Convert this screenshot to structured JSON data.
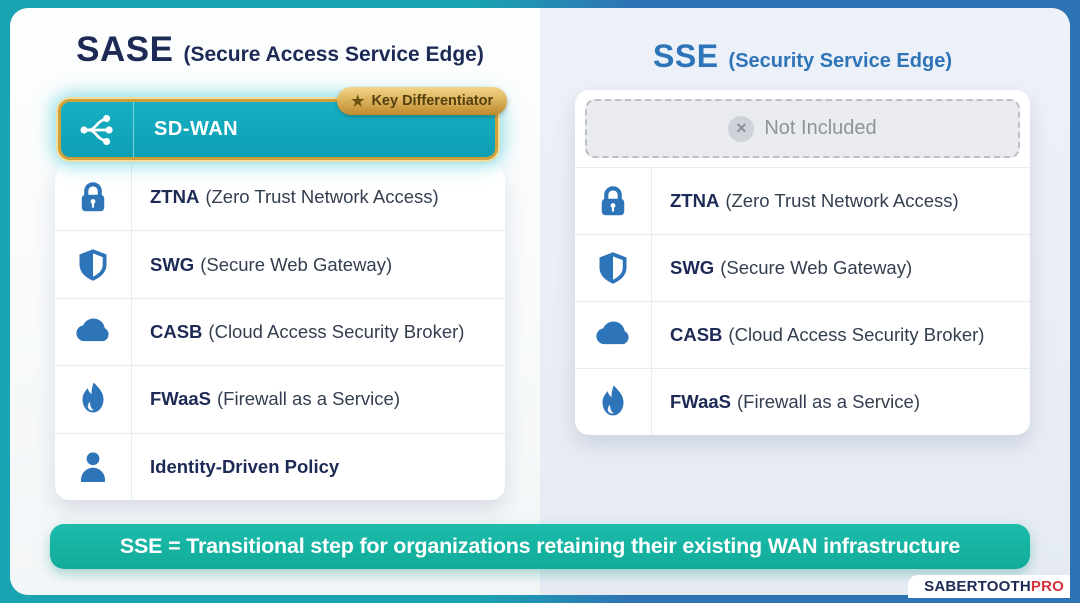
{
  "colors": {
    "frame_teal": "#1aa3b1",
    "frame_blue": "#2e74b5",
    "highlight_teal": "#12aac0",
    "gold": "#cfa13d",
    "navy": "#1d2a55",
    "icon_blue": "#2e74b8",
    "banner_teal": "#14b3a3",
    "logo_red": "#d2333c"
  },
  "left": {
    "title": "SASE",
    "subtitle": "(Secure Access Service Edge)",
    "highlight": {
      "icon": "sdwan-branch-icon",
      "label": "SD-WAN",
      "badge": {
        "icon": "star-icon",
        "label": "Key Differentiator"
      }
    },
    "rows": [
      {
        "icon": "lock-icon",
        "acronym": "ZTNA",
        "detail": "(Zero Trust Network Access)"
      },
      {
        "icon": "shield-icon",
        "acronym": "SWG",
        "detail": "(Secure Web Gateway)"
      },
      {
        "icon": "cloud-icon",
        "acronym": "CASB",
        "detail": "(Cloud Access Security Broker)"
      },
      {
        "icon": "flame-icon",
        "acronym": "FWaaS",
        "detail": "(Firewall as a Service)"
      },
      {
        "icon": "person-icon",
        "acronym": "Identity-Driven Policy",
        "detail": ""
      }
    ]
  },
  "right": {
    "title": "SSE",
    "subtitle": "(Security Service Edge)",
    "not_included": {
      "icon": "x-circle-icon",
      "label": "Not Included"
    },
    "rows": [
      {
        "icon": "lock-icon",
        "acronym": "ZTNA",
        "detail": "(Zero Trust Network Access)"
      },
      {
        "icon": "shield-icon",
        "acronym": "SWG",
        "detail": "(Secure Web Gateway)"
      },
      {
        "icon": "cloud-icon",
        "acronym": "CASB",
        "detail": "(Cloud Access Security Broker)"
      },
      {
        "icon": "flame-icon",
        "acronym": "FWaaS",
        "detail": "(Firewall as a Service)"
      }
    ]
  },
  "banner": {
    "text": "SSE = Transitional step for organizations retaining their existing WAN infrastructure"
  },
  "logo": {
    "brand": "SABERTOOTH",
    "suffix": "PRO"
  }
}
